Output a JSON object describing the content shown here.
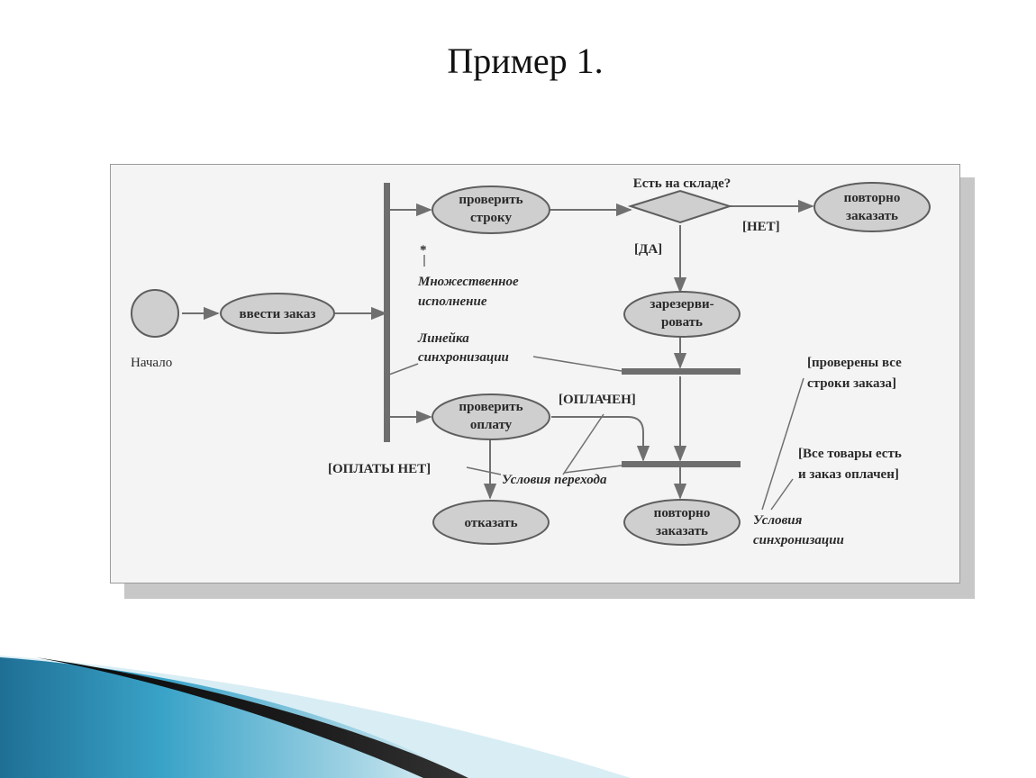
{
  "slide": {
    "title": "Пример 1."
  },
  "diagram": {
    "start_label": "Начало",
    "nodes": {
      "enter_order": "ввести заказ",
      "check_line": [
        "проверить",
        "строку"
      ],
      "reorder_top": [
        "повторно",
        "заказать"
      ],
      "reserve": [
        "зарезерви-",
        "ровать"
      ],
      "check_payment": [
        "проверить",
        "оплату"
      ],
      "refuse": "отказать",
      "reorder_bottom": [
        "повторно",
        "заказать"
      ]
    },
    "decision_label": "Есть на складе?",
    "guards": {
      "no": "[НЕТ]",
      "yes": "[ДА]",
      "paid": "[ОПЛАЧЕН]",
      "not_paid": "[ОПЛАТЫ НЕТ]",
      "all_lines_checked": [
        "[проверены все",
        "строки заказа]"
      ],
      "all_goods_paid": [
        "[Все товары есть",
        "и заказ оплачен]"
      ]
    },
    "annotations": {
      "multiplicity_mark": "*",
      "multiple_execution": [
        "Множественное",
        "исполнение"
      ],
      "sync_bar": [
        "Линейка",
        "синхронизации"
      ],
      "transition_conditions": "Условия перехода",
      "sync_conditions": [
        "Условия",
        "синхронизации"
      ]
    }
  },
  "colors": {
    "node_fill": "#cfcfcf",
    "frame_fill": "#f4f4f4",
    "shadow": "#c7c7c7",
    "swoosh_blue": "#2d8fb5",
    "swoosh_dark": "#111111"
  }
}
